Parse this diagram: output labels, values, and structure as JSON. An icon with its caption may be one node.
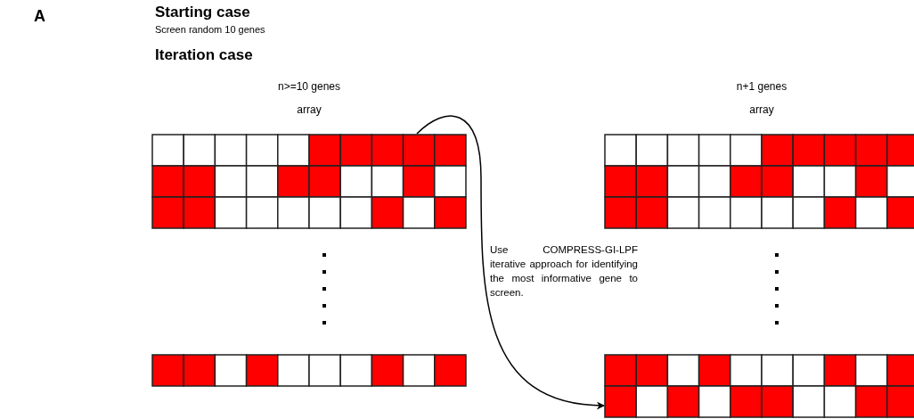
{
  "diagram": {
    "nodes": [
      {
        "text": [
          "n>=10 genes",
          "array"
        ]
      },
      {
        "text": [
          "n+1 genes",
          "array"
        ]
      }
    ],
    "edges": [
      {
        "from": 0,
        "to": 1,
        "arrow": "to",
        "label": "Use COMPRESS-GI-LPF iterative approach for identifying the most informative gene to screen."
      }
    ],
    "labels": [
      "A",
      "Starting case",
      "Screen random 10 genes",
      "Iteration case"
    ]
  }
}
